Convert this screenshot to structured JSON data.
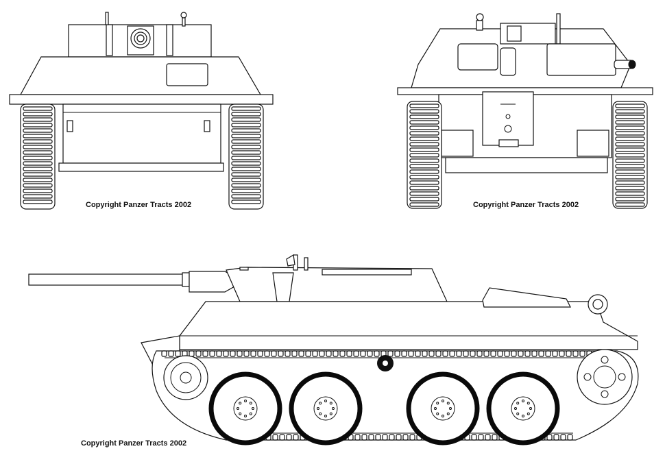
{
  "captions": {
    "front": "Copyright Panzer Tracts 2002",
    "rear": "Copyright Panzer Tracts 2002",
    "side": "Copyright Panzer Tracts 2002"
  },
  "colors": {
    "line": "#111111",
    "paper": "#ffffff"
  }
}
